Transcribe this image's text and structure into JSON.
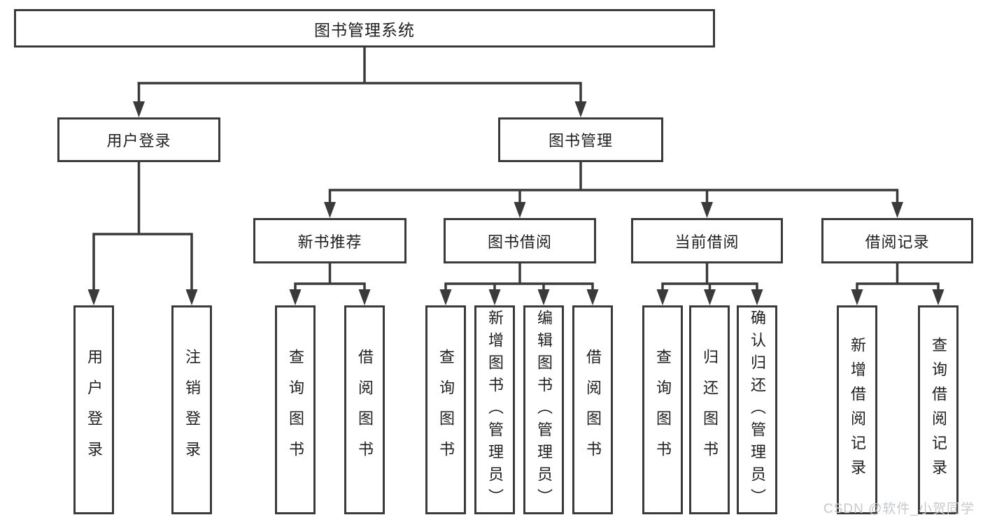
{
  "nodes": {
    "root": "图书管理系统",
    "user_login": "用户登录",
    "book_mgmt": "图书管理",
    "new_book_rec": "新书推荐",
    "book_borrow": "图书借阅",
    "current_borrow": "当前借阅",
    "borrow_records": "借阅记录",
    "leaf_user_login": "用户登录",
    "leaf_logout": "注销登录",
    "leaf_query_book_rec": "查询图书",
    "leaf_borrow_book_rec": "借阅图书",
    "leaf_query_book_borrow": "查询图书",
    "leaf_add_book_admin": "新增图书（管理员）",
    "leaf_edit_book_admin": "编辑图书（管理员）",
    "leaf_borrow_book_borrow": "借阅图书",
    "leaf_query_book_current": "查询图书",
    "leaf_return_book": "归还图书",
    "leaf_confirm_return_admin": "确认归还（管理员）",
    "leaf_add_borrow_record": "新增借阅记录",
    "leaf_query_borrow_record": "查询借阅记录"
  },
  "structure": {
    "图书管理系统": [
      "用户登录",
      "图书管理"
    ],
    "用户登录": [
      "用户登录",
      "注销登录"
    ],
    "图书管理": [
      "新书推荐",
      "图书借阅",
      "当前借阅",
      "借阅记录"
    ],
    "新书推荐": [
      "查询图书",
      "借阅图书"
    ],
    "图书借阅": [
      "查询图书",
      "新增图书（管理员）",
      "编辑图书（管理员）",
      "借阅图书"
    ],
    "当前借阅": [
      "查询图书",
      "归还图书",
      "确认归还（管理员）"
    ],
    "借阅记录": [
      "新增借阅记录",
      "查询借阅记录"
    ]
  },
  "colors": {
    "line": "#3a3a3a",
    "text": "#1f1f1f",
    "watermark": "#c7c9cd",
    "background": "#ffffff"
  },
  "watermark": "CSDN @软件_小贺同学"
}
